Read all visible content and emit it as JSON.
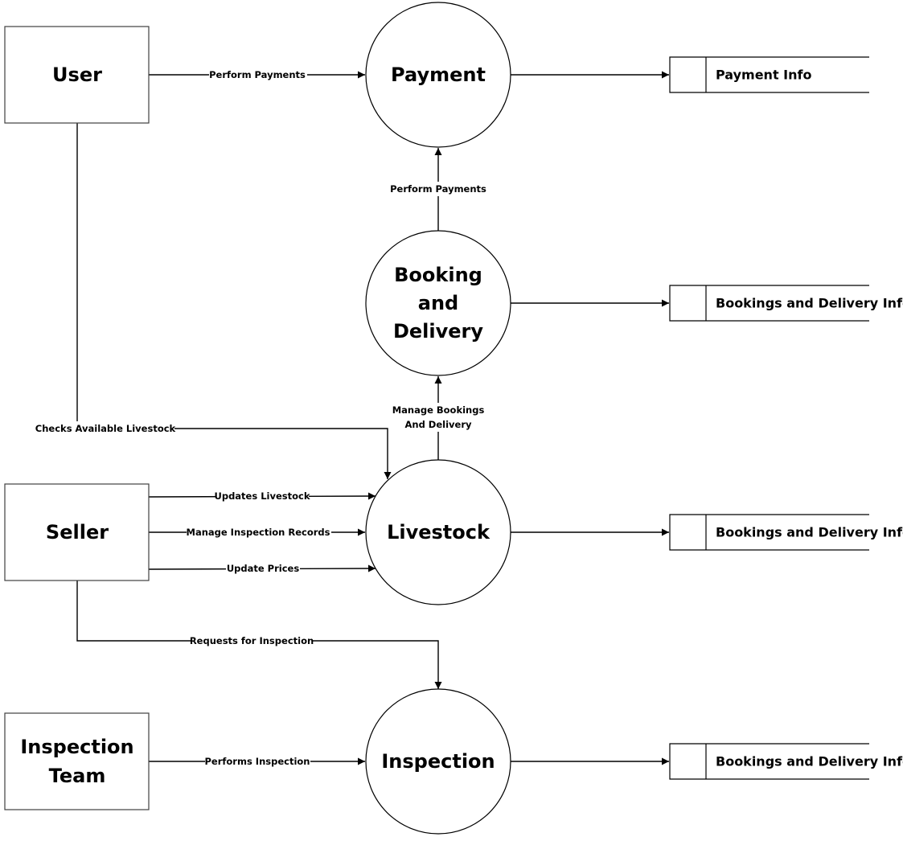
{
  "entities": {
    "user": "User",
    "seller": "Seller",
    "inspection_team": [
      "Inspection",
      "Team"
    ]
  },
  "processes": {
    "payment": [
      "Payment"
    ],
    "booking_delivery": [
      "Booking",
      "and",
      "Delivery"
    ],
    "livestock": [
      "Livestock"
    ],
    "inspection": [
      "Inspection"
    ]
  },
  "stores": {
    "payment_info": "Payment Info",
    "bookings_delivery_info_1": "Bookings and Delivery Info",
    "bookings_delivery_info_2": "Bookings and Delivery Info",
    "bookings_delivery_info_3": "Bookings and Delivery Info"
  },
  "flows": {
    "user_to_payment": "Perform Payments",
    "booking_to_payment": "Perform Payments",
    "livestock_to_booking": [
      "Manage Bookings",
      "And Delivery"
    ],
    "user_checks_livestock": "Checks Available Livestock",
    "updates_livestock": "Updates Livestock",
    "manage_inspection_records": "Manage Inspection Records",
    "update_prices": "Update Prices",
    "requests_inspection": "Requests for Inspection",
    "performs_inspection": "Performs Inspection"
  }
}
